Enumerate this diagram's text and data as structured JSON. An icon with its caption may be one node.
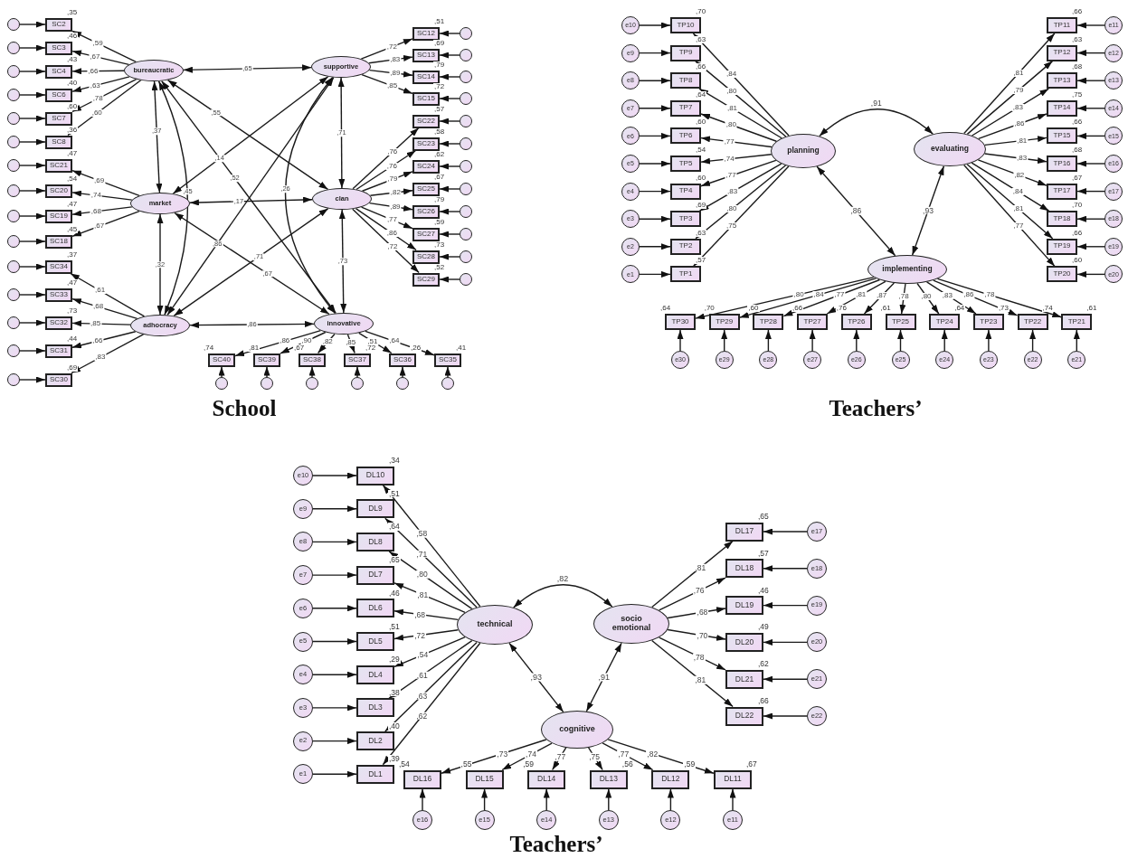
{
  "diagram": {
    "nodes": [
      {
        "text": [
          "bureaucratic"
        ]
      },
      {
        "text": [
          "market"
        ]
      },
      {
        "text": [
          "adhocracy"
        ]
      },
      {
        "text": [
          "supportive"
        ]
      },
      {
        "text": [
          "clan"
        ]
      },
      {
        "text": [
          "innovative"
        ]
      },
      {
        "text": [
          "SC2"
        ],
        "beside": [
          ",35"
        ]
      },
      {
        "text": [],
        "shape": "circle"
      },
      {
        "text": [
          "SC3"
        ],
        "beside": [
          ",46"
        ]
      },
      {
        "text": [],
        "shape": "circle"
      },
      {
        "text": [
          "SC4"
        ],
        "beside": [
          ",43"
        ]
      },
      {
        "text": [],
        "shape": "circle"
      },
      {
        "text": [
          "SC6"
        ],
        "beside": [
          ",40"
        ]
      },
      {
        "text": [],
        "shape": "circle"
      },
      {
        "text": [
          "SC7"
        ],
        "beside": [
          ",60"
        ]
      },
      {
        "text": [],
        "shape": "circle"
      },
      {
        "text": [
          "SC8"
        ],
        "beside": [
          ",36"
        ]
      },
      {
        "text": [],
        "shape": "circle"
      },
      {
        "text": [
          "SC21"
        ],
        "beside": [
          ",47"
        ]
      },
      {
        "text": [],
        "shape": "circle"
      },
      {
        "text": [
          "SC20"
        ],
        "beside": [
          ",54"
        ]
      },
      {
        "text": [],
        "shape": "circle"
      },
      {
        "text": [
          "SC19"
        ],
        "beside": [
          ",47"
        ]
      },
      {
        "text": [],
        "shape": "circle"
      },
      {
        "text": [
          "SC18"
        ],
        "beside": [
          ",45"
        ]
      },
      {
        "text": [],
        "shape": "circle"
      },
      {
        "text": [
          "SC34"
        ],
        "beside": [
          ",37"
        ]
      },
      {
        "text": [],
        "shape": "circle"
      },
      {
        "text": [
          "SC33"
        ],
        "beside": [
          ",47"
        ]
      },
      {
        "text": [],
        "shape": "circle"
      },
      {
        "text": [
          "SC32"
        ],
        "beside": [
          ",73"
        ]
      },
      {
        "text": [],
        "shape": "circle"
      },
      {
        "text": [
          "SC31"
        ],
        "beside": [
          ",44"
        ]
      },
      {
        "text": [],
        "shape": "circle"
      },
      {
        "text": [
          "SC30"
        ],
        "beside": [
          ",69"
        ]
      },
      {
        "text": [],
        "shape": "circle"
      },
      {
        "text": [
          "SC12"
        ],
        "beside": [
          ",51"
        ]
      },
      {
        "text": [],
        "shape": "circle"
      },
      {
        "text": [
          "SC13"
        ],
        "beside": [
          ",69"
        ]
      },
      {
        "text": [],
        "shape": "circle"
      },
      {
        "text": [
          "SC14"
        ],
        "beside": [
          ",79"
        ]
      },
      {
        "text": [],
        "shape": "circle"
      },
      {
        "text": [
          "SC15"
        ],
        "beside": [
          ",72"
        ]
      },
      {
        "text": [],
        "shape": "circle"
      },
      {
        "text": [
          "SC22"
        ],
        "beside": [
          ",57"
        ]
      },
      {
        "text": [],
        "shape": "circle"
      },
      {
        "text": [
          "SC23"
        ],
        "beside": [
          ",58"
        ]
      },
      {
        "text": [],
        "shape": "circle"
      },
      {
        "text": [
          "SC24"
        ],
        "beside": [
          ",62"
        ]
      },
      {
        "text": [],
        "shape": "circle"
      },
      {
        "text": [
          "SC25"
        ],
        "beside": [
          ",67"
        ]
      },
      {
        "text": [],
        "shape": "circle"
      },
      {
        "text": [
          "SC26"
        ],
        "beside": [
          ",79"
        ]
      },
      {
        "text": [],
        "shape": "circle"
      },
      {
        "text": [
          "SC27"
        ],
        "beside": [
          ",59"
        ]
      },
      {
        "text": [],
        "shape": "circle"
      },
      {
        "text": [
          "SC28"
        ],
        "beside": [
          ",73"
        ]
      },
      {
        "text": [],
        "shape": "circle"
      },
      {
        "text": [
          "SC29"
        ],
        "beside": [
          ",52"
        ]
      },
      {
        "text": [],
        "shape": "circle"
      },
      {
        "text": [
          "SC40"
        ],
        "beside": [
          ",74"
        ]
      },
      {
        "text": [],
        "shape": "circle"
      },
      {
        "text": [
          "SC39"
        ],
        "beside": [
          ",81"
        ]
      },
      {
        "text": [],
        "shape": "circle"
      },
      {
        "text": [
          "SC38"
        ],
        "beside": [
          ",67"
        ]
      },
      {
        "text": [],
        "shape": "circle"
      },
      {
        "text": [
          "SC37"
        ],
        "beside": [
          ",72"
        ]
      },
      {
        "text": [],
        "shape": "circle"
      },
      {
        "text": [
          "SC36"
        ],
        "beside": [
          ",26"
        ]
      },
      {
        "text": [],
        "shape": "circle"
      },
      {
        "text": [
          "SC35"
        ],
        "beside": [
          ",41"
        ]
      },
      {
        "text": [],
        "shape": "circle"
      },
      {
        "text": [
          "planning"
        ]
      },
      {
        "text": [
          "evaluating"
        ]
      },
      {
        "text": [
          "implementing"
        ]
      },
      {
        "text": [
          "TP10"
        ],
        "beside": [
          ",70"
        ]
      },
      {
        "text": [
          "e10"
        ]
      },
      {
        "text": [
          "TP9"
        ],
        "beside": [
          ",63"
        ]
      },
      {
        "text": [
          "e9"
        ]
      },
      {
        "text": [
          "TP8"
        ],
        "beside": [
          ",66"
        ]
      },
      {
        "text": [
          "e8"
        ]
      },
      {
        "text": [
          "TP7"
        ],
        "beside": [
          ",64"
        ]
      },
      {
        "text": [
          "e7"
        ]
      },
      {
        "text": [
          "TP6"
        ],
        "beside": [
          ",60"
        ]
      },
      {
        "text": [
          "e6"
        ]
      },
      {
        "text": [
          "TP5"
        ],
        "beside": [
          ",54"
        ]
      },
      {
        "text": [
          "e5"
        ]
      },
      {
        "text": [
          "TP4"
        ],
        "beside": [
          ",60"
        ]
      },
      {
        "text": [
          "e4"
        ]
      },
      {
        "text": [
          "TP3"
        ],
        "beside": [
          ",69"
        ]
      },
      {
        "text": [
          "e3"
        ]
      },
      {
        "text": [
          "TP2"
        ],
        "beside": [
          ",63"
        ]
      },
      {
        "text": [
          "e2"
        ]
      },
      {
        "text": [
          "TP1"
        ],
        "beside": [
          ",57"
        ]
      },
      {
        "text": [
          "e1"
        ]
      },
      {
        "text": [
          "TP11"
        ],
        "beside": [
          ",66"
        ]
      },
      {
        "text": [
          "e11"
        ]
      },
      {
        "text": [
          "TP12"
        ],
        "beside": [
          ",63"
        ]
      },
      {
        "text": [
          "e12"
        ]
      },
      {
        "text": [
          "TP13"
        ],
        "beside": [
          ",68"
        ]
      },
      {
        "text": [
          "e13"
        ]
      },
      {
        "text": [
          "TP14"
        ],
        "beside": [
          ",75"
        ]
      },
      {
        "text": [
          "e14"
        ]
      },
      {
        "text": [
          "TP15"
        ],
        "beside": [
          ",66"
        ]
      },
      {
        "text": [
          "e15"
        ]
      },
      {
        "text": [
          "TP16"
        ],
        "beside": [
          ",68"
        ]
      },
      {
        "text": [
          "e16"
        ]
      },
      {
        "text": [
          "TP17"
        ],
        "beside": [
          ",67"
        ]
      },
      {
        "text": [
          "e17"
        ]
      },
      {
        "text": [
          "TP18"
        ],
        "beside": [
          ",70"
        ]
      },
      {
        "text": [
          "e18"
        ]
      },
      {
        "text": [
          "TP19"
        ],
        "beside": [
          ",66"
        ]
      },
      {
        "text": [
          "e19"
        ]
      },
      {
        "text": [
          "TP20"
        ],
        "beside": [
          ",60"
        ]
      },
      {
        "text": [
          "e20"
        ]
      },
      {
        "text": [
          "TP30"
        ],
        "beside": [
          ",64"
        ]
      },
      {
        "text": [
          "e30"
        ]
      },
      {
        "text": [
          "TP29"
        ],
        "beside": [
          ",70"
        ]
      },
      {
        "text": [
          "e29"
        ]
      },
      {
        "text": [
          "TP28"
        ],
        "beside": [
          ",60"
        ]
      },
      {
        "text": [
          "e28"
        ]
      },
      {
        "text": [
          "TP27"
        ],
        "beside": [
          ",66"
        ]
      },
      {
        "text": [
          "e27"
        ]
      },
      {
        "text": [
          "TP26"
        ],
        "beside": [
          ",76"
        ]
      },
      {
        "text": [
          "e26"
        ]
      },
      {
        "text": [
          "TP25"
        ],
        "beside": [
          ",61"
        ]
      },
      {
        "text": [
          "e25"
        ]
      },
      {
        "text": [
          "TP24"
        ],
        "beside": [
          ",64"
        ]
      },
      {
        "text": [
          "e24"
        ]
      },
      {
        "text": [
          "TP23"
        ],
        "beside": [
          ",73"
        ]
      },
      {
        "text": [
          "e23"
        ]
      },
      {
        "text": [
          "TP22"
        ],
        "beside": [
          ",74"
        ]
      },
      {
        "text": [
          "e22"
        ]
      },
      {
        "text": [
          "TP21"
        ],
        "beside": [
          ",61"
        ]
      },
      {
        "text": [
          "e21"
        ]
      },
      {
        "text": [
          "technical"
        ]
      },
      {
        "text": [
          "socio emotional"
        ]
      },
      {
        "text": [
          "cognitive"
        ]
      },
      {
        "text": [
          "DL10"
        ],
        "beside": [
          ",34"
        ]
      },
      {
        "text": [
          "e10"
        ]
      },
      {
        "text": [
          "DL9"
        ],
        "beside": [
          ",51"
        ]
      },
      {
        "text": [
          "e9"
        ]
      },
      {
        "text": [
          "DL8"
        ],
        "beside": [
          ",64"
        ]
      },
      {
        "text": [
          "e8"
        ]
      },
      {
        "text": [
          "DL7"
        ],
        "beside": [
          ",65"
        ]
      },
      {
        "text": [
          "e7"
        ]
      },
      {
        "text": [
          "DL6"
        ],
        "beside": [
          ",46"
        ]
      },
      {
        "text": [
          "e6"
        ]
      },
      {
        "text": [
          "DL5"
        ],
        "beside": [
          ",51"
        ]
      },
      {
        "text": [
          "e5"
        ]
      },
      {
        "text": [
          "DL4"
        ],
        "beside": [
          ",29"
        ]
      },
      {
        "text": [
          "e4"
        ]
      },
      {
        "text": [
          "DL3"
        ],
        "beside": [
          ",38"
        ]
      },
      {
        "text": [
          "e3"
        ]
      },
      {
        "text": [
          "DL2"
        ],
        "beside": [
          ",40"
        ]
      },
      {
        "text": [
          "e2"
        ]
      },
      {
        "text": [
          "DL1"
        ],
        "beside": [
          ",39"
        ]
      },
      {
        "text": [
          "e1"
        ]
      },
      {
        "text": [
          "DL17"
        ],
        "beside": [
          ",65"
        ]
      },
      {
        "text": [
          "e17"
        ]
      },
      {
        "text": [
          "DL18"
        ],
        "beside": [
          ",57"
        ]
      },
      {
        "text": [
          "e18"
        ]
      },
      {
        "text": [
          "DL19"
        ],
        "beside": [
          ",46"
        ]
      },
      {
        "text": [
          "e19"
        ]
      },
      {
        "text": [
          "DL20"
        ],
        "beside": [
          ",49"
        ]
      },
      {
        "text": [
          "e20"
        ]
      },
      {
        "text": [
          "DL21"
        ],
        "beside": [
          ",62"
        ]
      },
      {
        "text": [
          "e21"
        ]
      },
      {
        "text": [
          "DL22"
        ],
        "beside": [
          ",66"
        ]
      },
      {
        "text": [
          "e22"
        ]
      },
      {
        "text": [
          "DL16"
        ],
        "beside": [
          ",54"
        ]
      },
      {
        "text": [
          "e16"
        ]
      },
      {
        "text": [
          "DL15"
        ],
        "beside": [
          ",55"
        ]
      },
      {
        "text": [
          "e15"
        ]
      },
      {
        "text": [
          "DL14"
        ],
        "beside": [
          ",59"
        ]
      },
      {
        "text": [
          "e14"
        ]
      },
      {
        "text": [
          "DL13"
        ],
        "beside": [
          ",56"
        ]
      },
      {
        "text": [
          "e13"
        ]
      },
      {
        "text": [
          "DL12"
        ],
        "beside": [
          ",59"
        ]
      },
      {
        "text": [
          "e12"
        ]
      },
      {
        "text": [
          "DL11"
        ],
        "beside": [
          ",67"
        ]
      },
      {
        "text": [
          "e11"
        ]
      }
    ],
    "edges": [
      {
        "from": 0,
        "to": 3,
        "arrow": "both",
        "label": ",65"
      },
      {
        "from": 0,
        "to": 1,
        "arrow": "both",
        "label": ",37"
      },
      {
        "from": 0,
        "to": 2,
        "arrow": "both",
        "label": ",45"
      },
      {
        "from": 0,
        "to": 4,
        "arrow": "both",
        "label": ",55"
      },
      {
        "from": 0,
        "to": 5,
        "arrow": "both",
        "label": ",52"
      },
      {
        "from": 1,
        "to": 3,
        "arrow": "both",
        "label": ",14"
      },
      {
        "from": 1,
        "to": 4,
        "arrow": "both",
        "label": ",17"
      },
      {
        "from": 1,
        "to": 5,
        "arrow": "both",
        "label": ",67"
      },
      {
        "from": 1,
        "to": 2,
        "arrow": "both",
        "label": ",32"
      },
      {
        "from": 2,
        "to": 3,
        "arrow": "both",
        "label": ",86"
      },
      {
        "from": 2,
        "to": 4,
        "arrow": "both",
        "label": ",71"
      },
      {
        "from": 2,
        "to": 5,
        "arrow": "both",
        "label": ",86"
      },
      {
        "from": 3,
        "to": 4,
        "arrow": "both",
        "label": ",71"
      },
      {
        "from": 3,
        "to": 5,
        "arrow": "both",
        "label": ",26"
      },
      {
        "from": 4,
        "to": 5,
        "arrow": "both",
        "label": ",73"
      },
      {
        "from": 0,
        "to": 6,
        "arrow": "to",
        "label": ",59"
      },
      {
        "from": 7,
        "to": 6,
        "arrow": "to"
      },
      {
        "from": 0,
        "to": 8,
        "arrow": "to",
        "label": ",67"
      },
      {
        "from": 9,
        "to": 8,
        "arrow": "to"
      },
      {
        "from": 0,
        "to": 10,
        "arrow": "to",
        "label": ",66"
      },
      {
        "from": 11,
        "to": 10,
        "arrow": "to"
      },
      {
        "from": 0,
        "to": 12,
        "arrow": "to",
        "label": ",63"
      },
      {
        "from": 13,
        "to": 12,
        "arrow": "to"
      },
      {
        "from": 0,
        "to": 14,
        "arrow": "to",
        "label": ",78"
      },
      {
        "from": 15,
        "to": 14,
        "arrow": "to"
      },
      {
        "from": 0,
        "to": 16,
        "arrow": "to",
        "label": ",60"
      },
      {
        "from": 17,
        "to": 16,
        "arrow": "to"
      },
      {
        "from": 1,
        "to": 18,
        "arrow": "to",
        "label": ",69"
      },
      {
        "from": 19,
        "to": 18,
        "arrow": "to"
      },
      {
        "from": 1,
        "to": 20,
        "arrow": "to",
        "label": ",74"
      },
      {
        "from": 21,
        "to": 20,
        "arrow": "to"
      },
      {
        "from": 1,
        "to": 22,
        "arrow": "to",
        "label": ",68"
      },
      {
        "from": 23,
        "to": 22,
        "arrow": "to"
      },
      {
        "from": 1,
        "to": 24,
        "arrow": "to",
        "label": ",67"
      },
      {
        "from": 25,
        "to": 24,
        "arrow": "to"
      },
      {
        "from": 2,
        "to": 26,
        "arrow": "to",
        "label": ",61"
      },
      {
        "from": 27,
        "to": 26,
        "arrow": "to"
      },
      {
        "from": 2,
        "to": 28,
        "arrow": "to",
        "label": ",68"
      },
      {
        "from": 29,
        "to": 28,
        "arrow": "to"
      },
      {
        "from": 2,
        "to": 30,
        "arrow": "to",
        "label": ",85"
      },
      {
        "from": 31,
        "to": 30,
        "arrow": "to"
      },
      {
        "from": 2,
        "to": 32,
        "arrow": "to",
        "label": ",66"
      },
      {
        "from": 33,
        "to": 32,
        "arrow": "to"
      },
      {
        "from": 2,
        "to": 34,
        "arrow": "to",
        "label": ",83"
      },
      {
        "from": 35,
        "to": 34,
        "arrow": "to"
      },
      {
        "from": 3,
        "to": 36,
        "arrow": "to",
        "label": ",72"
      },
      {
        "from": 37,
        "to": 36,
        "arrow": "to"
      },
      {
        "from": 3,
        "to": 38,
        "arrow": "to",
        "label": ",83"
      },
      {
        "from": 39,
        "to": 38,
        "arrow": "to"
      },
      {
        "from": 3,
        "to": 40,
        "arrow": "to",
        "label": ",89"
      },
      {
        "from": 41,
        "to": 40,
        "arrow": "to"
      },
      {
        "from": 3,
        "to": 42,
        "arrow": "to",
        "label": ",85"
      },
      {
        "from": 43,
        "to": 42,
        "arrow": "to"
      },
      {
        "from": 4,
        "to": 44,
        "arrow": "to",
        "label": ",76"
      },
      {
        "from": 45,
        "to": 44,
        "arrow": "to"
      },
      {
        "from": 4,
        "to": 46,
        "arrow": "to",
        "label": ",76"
      },
      {
        "from": 47,
        "to": 46,
        "arrow": "to"
      },
      {
        "from": 4,
        "to": 48,
        "arrow": "to",
        "label": ",79"
      },
      {
        "from": 49,
        "to": 48,
        "arrow": "to"
      },
      {
        "from": 4,
        "to": 50,
        "arrow": "to",
        "label": ",82"
      },
      {
        "from": 51,
        "to": 50,
        "arrow": "to"
      },
      {
        "from": 4,
        "to": 52,
        "arrow": "to",
        "label": ",89"
      },
      {
        "from": 53,
        "to": 52,
        "arrow": "to"
      },
      {
        "from": 4,
        "to": 54,
        "arrow": "to",
        "label": ",77"
      },
      {
        "from": 55,
        "to": 54,
        "arrow": "to"
      },
      {
        "from": 4,
        "to": 56,
        "arrow": "to",
        "label": ",86"
      },
      {
        "from": 57,
        "to": 56,
        "arrow": "to"
      },
      {
        "from": 4,
        "to": 58,
        "arrow": "to",
        "label": ",72"
      },
      {
        "from": 59,
        "to": 58,
        "arrow": "to"
      },
      {
        "from": 5,
        "to": 60,
        "arrow": "to",
        "label": ",86"
      },
      {
        "from": 61,
        "to": 60,
        "arrow": "to"
      },
      {
        "from": 5,
        "to": 62,
        "arrow": "to",
        "label": ",90"
      },
      {
        "from": 63,
        "to": 62,
        "arrow": "to"
      },
      {
        "from": 5,
        "to": 64,
        "arrow": "to",
        "label": ",82"
      },
      {
        "from": 65,
        "to": 64,
        "arrow": "to"
      },
      {
        "from": 5,
        "to": 66,
        "arrow": "to",
        "label": ",85"
      },
      {
        "from": 67,
        "to": 66,
        "arrow": "to"
      },
      {
        "from": 5,
        "to": 68,
        "arrow": "to",
        "label": ",51"
      },
      {
        "from": 69,
        "to": 68,
        "arrow": "to"
      },
      {
        "from": 5,
        "to": 70,
        "arrow": "to",
        "label": ",64"
      },
      {
        "from": 71,
        "to": 70,
        "arrow": "to"
      },
      {
        "from": 72,
        "to": 73,
        "arrow": "both",
        "label": ",91"
      },
      {
        "from": 72,
        "to": 74,
        "arrow": "both",
        "label": ",86"
      },
      {
        "from": 73,
        "to": 74,
        "arrow": "both",
        "label": ",93"
      },
      {
        "from": 72,
        "to": 75,
        "arrow": "to",
        "label": ",84"
      },
      {
        "from": 76,
        "to": 75,
        "arrow": "to"
      },
      {
        "from": 72,
        "to": 77,
        "arrow": "to",
        "label": ",80"
      },
      {
        "from": 78,
        "to": 77,
        "arrow": "to"
      },
      {
        "from": 72,
        "to": 79,
        "arrow": "to",
        "label": ",81"
      },
      {
        "from": 80,
        "to": 79,
        "arrow": "to"
      },
      {
        "from": 72,
        "to": 81,
        "arrow": "to",
        "label": ",80"
      },
      {
        "from": 82,
        "to": 81,
        "arrow": "to"
      },
      {
        "from": 72,
        "to": 83,
        "arrow": "to",
        "label": ",77"
      },
      {
        "from": 84,
        "to": 83,
        "arrow": "to"
      },
      {
        "from": 72,
        "to": 85,
        "arrow": "to",
        "label": ",74"
      },
      {
        "from": 86,
        "to": 85,
        "arrow": "to"
      },
      {
        "from": 72,
        "to": 87,
        "arrow": "to",
        "label": ",77"
      },
      {
        "from": 88,
        "to": 87,
        "arrow": "to"
      },
      {
        "from": 72,
        "to": 89,
        "arrow": "to",
        "label": ",83"
      },
      {
        "from": 90,
        "to": 89,
        "arrow": "to"
      },
      {
        "from": 72,
        "to": 91,
        "arrow": "to",
        "label": ",80"
      },
      {
        "from": 92,
        "to": 91,
        "arrow": "to"
      },
      {
        "from": 72,
        "to": 93,
        "arrow": "to",
        "label": ",75"
      },
      {
        "from": 94,
        "to": 93,
        "arrow": "to"
      },
      {
        "from": 73,
        "to": 95,
        "arrow": "to",
        "label": ",81"
      },
      {
        "from": 96,
        "to": 95,
        "arrow": "to"
      },
      {
        "from": 73,
        "to": 97,
        "arrow": "to",
        "label": ",79"
      },
      {
        "from": 98,
        "to": 97,
        "arrow": "to"
      },
      {
        "from": 73,
        "to": 99,
        "arrow": "to",
        "label": ",83"
      },
      {
        "from": 100,
        "to": 99,
        "arrow": "to"
      },
      {
        "from": 73,
        "to": 101,
        "arrow": "to",
        "label": ",86"
      },
      {
        "from": 102,
        "to": 101,
        "arrow": "to"
      },
      {
        "from": 73,
        "to": 103,
        "arrow": "to",
        "label": ",81"
      },
      {
        "from": 104,
        "to": 103,
        "arrow": "to"
      },
      {
        "from": 73,
        "to": 105,
        "arrow": "to",
        "label": ",83"
      },
      {
        "from": 106,
        "to": 105,
        "arrow": "to"
      },
      {
        "from": 73,
        "to": 107,
        "arrow": "to",
        "label": ",82"
      },
      {
        "from": 108,
        "to": 107,
        "arrow": "to"
      },
      {
        "from": 73,
        "to": 109,
        "arrow": "to",
        "label": ",84"
      },
      {
        "from": 110,
        "to": 109,
        "arrow": "to"
      },
      {
        "from": 73,
        "to": 111,
        "arrow": "to",
        "label": ",81"
      },
      {
        "from": 112,
        "to": 111,
        "arrow": "to"
      },
      {
        "from": 73,
        "to": 113,
        "arrow": "to",
        "label": ",77"
      },
      {
        "from": 114,
        "to": 113,
        "arrow": "to"
      },
      {
        "from": 74,
        "to": 115,
        "arrow": "to",
        "label": ",80"
      },
      {
        "from": 116,
        "to": 115,
        "arrow": "to"
      },
      {
        "from": 74,
        "to": 117,
        "arrow": "to",
        "label": ",84"
      },
      {
        "from": 118,
        "to": 117,
        "arrow": "to"
      },
      {
        "from": 74,
        "to": 119,
        "arrow": "to",
        "label": ",77"
      },
      {
        "from": 120,
        "to": 119,
        "arrow": "to"
      },
      {
        "from": 74,
        "to": 121,
        "arrow": "to",
        "label": ",81"
      },
      {
        "from": 122,
        "to": 121,
        "arrow": "to"
      },
      {
        "from": 74,
        "to": 123,
        "arrow": "to",
        "label": ",87"
      },
      {
        "from": 124,
        "to": 123,
        "arrow": "to"
      },
      {
        "from": 74,
        "to": 125,
        "arrow": "to",
        "label": ",78"
      },
      {
        "from": 126,
        "to": 125,
        "arrow": "to"
      },
      {
        "from": 74,
        "to": 127,
        "arrow": "to",
        "label": ",80"
      },
      {
        "from": 128,
        "to": 127,
        "arrow": "to"
      },
      {
        "from": 74,
        "to": 129,
        "arrow": "to",
        "label": ",83"
      },
      {
        "from": 130,
        "to": 129,
        "arrow": "to"
      },
      {
        "from": 74,
        "to": 131,
        "arrow": "to",
        "label": ",86"
      },
      {
        "from": 132,
        "to": 131,
        "arrow": "to"
      },
      {
        "from": 74,
        "to": 133,
        "arrow": "to",
        "label": ",78"
      },
      {
        "from": 134,
        "to": 133,
        "arrow": "to"
      },
      {
        "from": 135,
        "to": 136,
        "arrow": "both",
        "label": ",82"
      },
      {
        "from": 135,
        "to": 137,
        "arrow": "both",
        "label": ",93"
      },
      {
        "from": 136,
        "to": 137,
        "arrow": "both",
        "label": ",91"
      },
      {
        "from": 135,
        "to": 138,
        "arrow": "to",
        "label": ",58"
      },
      {
        "from": 139,
        "to": 138,
        "arrow": "to"
      },
      {
        "from": 135,
        "to": 140,
        "arrow": "to",
        "label": ",71"
      },
      {
        "from": 141,
        "to": 140,
        "arrow": "to"
      },
      {
        "from": 135,
        "to": 142,
        "arrow": "to",
        "label": ",80"
      },
      {
        "from": 143,
        "to": 142,
        "arrow": "to"
      },
      {
        "from": 135,
        "to": 144,
        "arrow": "to",
        "label": ",81"
      },
      {
        "from": 145,
        "to": 144,
        "arrow": "to"
      },
      {
        "from": 135,
        "to": 146,
        "arrow": "to",
        "label": ",68"
      },
      {
        "from": 147,
        "to": 146,
        "arrow": "to"
      },
      {
        "from": 135,
        "to": 148,
        "arrow": "to",
        "label": ",72"
      },
      {
        "from": 149,
        "to": 148,
        "arrow": "to"
      },
      {
        "from": 135,
        "to": 150,
        "arrow": "to",
        "label": ",54"
      },
      {
        "from": 151,
        "to": 150,
        "arrow": "to"
      },
      {
        "from": 135,
        "to": 152,
        "arrow": "to",
        "label": ",61"
      },
      {
        "from": 153,
        "to": 152,
        "arrow": "to"
      },
      {
        "from": 135,
        "to": 154,
        "arrow": "to",
        "label": ",63"
      },
      {
        "from": 155,
        "to": 154,
        "arrow": "to"
      },
      {
        "from": 135,
        "to": 156,
        "arrow": "to",
        "label": ",62"
      },
      {
        "from": 157,
        "to": 156,
        "arrow": "to"
      },
      {
        "from": 136,
        "to": 158,
        "arrow": "to",
        "label": ",81"
      },
      {
        "from": 159,
        "to": 158,
        "arrow": "to"
      },
      {
        "from": 136,
        "to": 160,
        "arrow": "to",
        "label": ",76"
      },
      {
        "from": 161,
        "to": 160,
        "arrow": "to"
      },
      {
        "from": 136,
        "to": 162,
        "arrow": "to",
        "label": ",68"
      },
      {
        "from": 163,
        "to": 162,
        "arrow": "to"
      },
      {
        "from": 136,
        "to": 164,
        "arrow": "to",
        "label": ",70"
      },
      {
        "from": 165,
        "to": 164,
        "arrow": "to"
      },
      {
        "from": 136,
        "to": 166,
        "arrow": "to",
        "label": ",78"
      },
      {
        "from": 167,
        "to": 166,
        "arrow": "to"
      },
      {
        "from": 136,
        "to": 168,
        "arrow": "to",
        "label": ",81"
      },
      {
        "from": 169,
        "to": 168,
        "arrow": "to"
      },
      {
        "from": 137,
        "to": 170,
        "arrow": "to",
        "label": ",73"
      },
      {
        "from": 171,
        "to": 170,
        "arrow": "to"
      },
      {
        "from": 137,
        "to": 172,
        "arrow": "to",
        "label": ",74"
      },
      {
        "from": 173,
        "to": 172,
        "arrow": "to"
      },
      {
        "from": 137,
        "to": 174,
        "arrow": "to",
        "label": ",77"
      },
      {
        "from": 175,
        "to": 174,
        "arrow": "to"
      },
      {
        "from": 137,
        "to": 176,
        "arrow": "to",
        "label": ",75"
      },
      {
        "from": 177,
        "to": 176,
        "arrow": "to"
      },
      {
        "from": 137,
        "to": 178,
        "arrow": "to",
        "label": ",77"
      },
      {
        "from": 179,
        "to": 178,
        "arrow": "to"
      },
      {
        "from": 137,
        "to": 180,
        "arrow": "to",
        "label": ",82"
      },
      {
        "from": 181,
        "to": 180,
        "arrow": "to"
      }
    ],
    "labels": [
      "School",
      "Teachers’",
      "Teachers’"
    ]
  }
}
